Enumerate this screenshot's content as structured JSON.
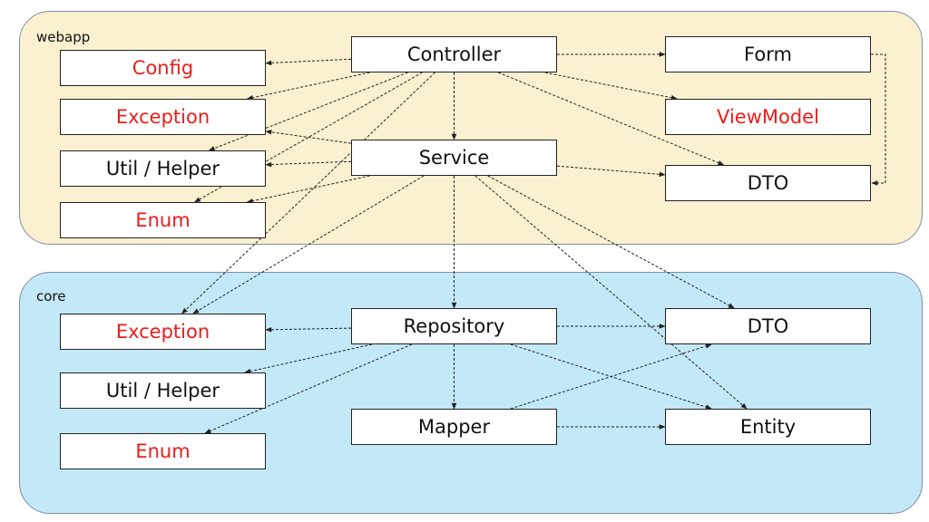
{
  "colors": {
    "webapp_fill": "#fbf0cf",
    "core_fill": "#c3e8f7",
    "highlight_text": "#ee1c1c",
    "normal_text": "#111111",
    "edge": "#222222"
  },
  "groups": {
    "webapp": {
      "label": "webapp"
    },
    "core": {
      "label": "core"
    }
  },
  "nodes": {
    "w_config": {
      "label": "Config",
      "highlight": true
    },
    "w_exception": {
      "label": "Exception",
      "highlight": true
    },
    "w_util": {
      "label": "Util / Helper",
      "highlight": false
    },
    "w_enum": {
      "label": "Enum",
      "highlight": true
    },
    "controller": {
      "label": "Controller",
      "highlight": false
    },
    "service": {
      "label": "Service",
      "highlight": false
    },
    "form": {
      "label": "Form",
      "highlight": false
    },
    "viewmodel": {
      "label": "ViewModel",
      "highlight": true
    },
    "w_dto": {
      "label": "DTO",
      "highlight": false
    },
    "c_exception": {
      "label": "Exception",
      "highlight": true
    },
    "c_util": {
      "label": "Util / Helper",
      "highlight": false
    },
    "c_enum": {
      "label": "Enum",
      "highlight": true
    },
    "repository": {
      "label": "Repository",
      "highlight": false
    },
    "mapper": {
      "label": "Mapper",
      "highlight": false
    },
    "c_dto": {
      "label": "DTO",
      "highlight": false
    },
    "entity": {
      "label": "Entity",
      "highlight": false
    }
  },
  "edges": [
    [
      "controller",
      "w_config"
    ],
    [
      "controller",
      "w_exception"
    ],
    [
      "controller",
      "w_util"
    ],
    [
      "controller",
      "w_enum"
    ],
    [
      "controller",
      "service"
    ],
    [
      "controller",
      "form"
    ],
    [
      "controller",
      "viewmodel"
    ],
    [
      "controller",
      "w_dto"
    ],
    [
      "controller",
      "c_exception"
    ],
    [
      "form",
      "w_dto"
    ],
    [
      "service",
      "w_exception"
    ],
    [
      "service",
      "w_util"
    ],
    [
      "service",
      "w_enum"
    ],
    [
      "service",
      "w_dto"
    ],
    [
      "service",
      "repository"
    ],
    [
      "service",
      "c_exception"
    ],
    [
      "service",
      "c_dto"
    ],
    [
      "service",
      "entity"
    ],
    [
      "repository",
      "c_exception"
    ],
    [
      "repository",
      "c_util"
    ],
    [
      "repository",
      "c_enum"
    ],
    [
      "repository",
      "mapper"
    ],
    [
      "repository",
      "c_dto"
    ],
    [
      "repository",
      "entity"
    ],
    [
      "mapper",
      "c_dto"
    ],
    [
      "mapper",
      "entity"
    ]
  ]
}
